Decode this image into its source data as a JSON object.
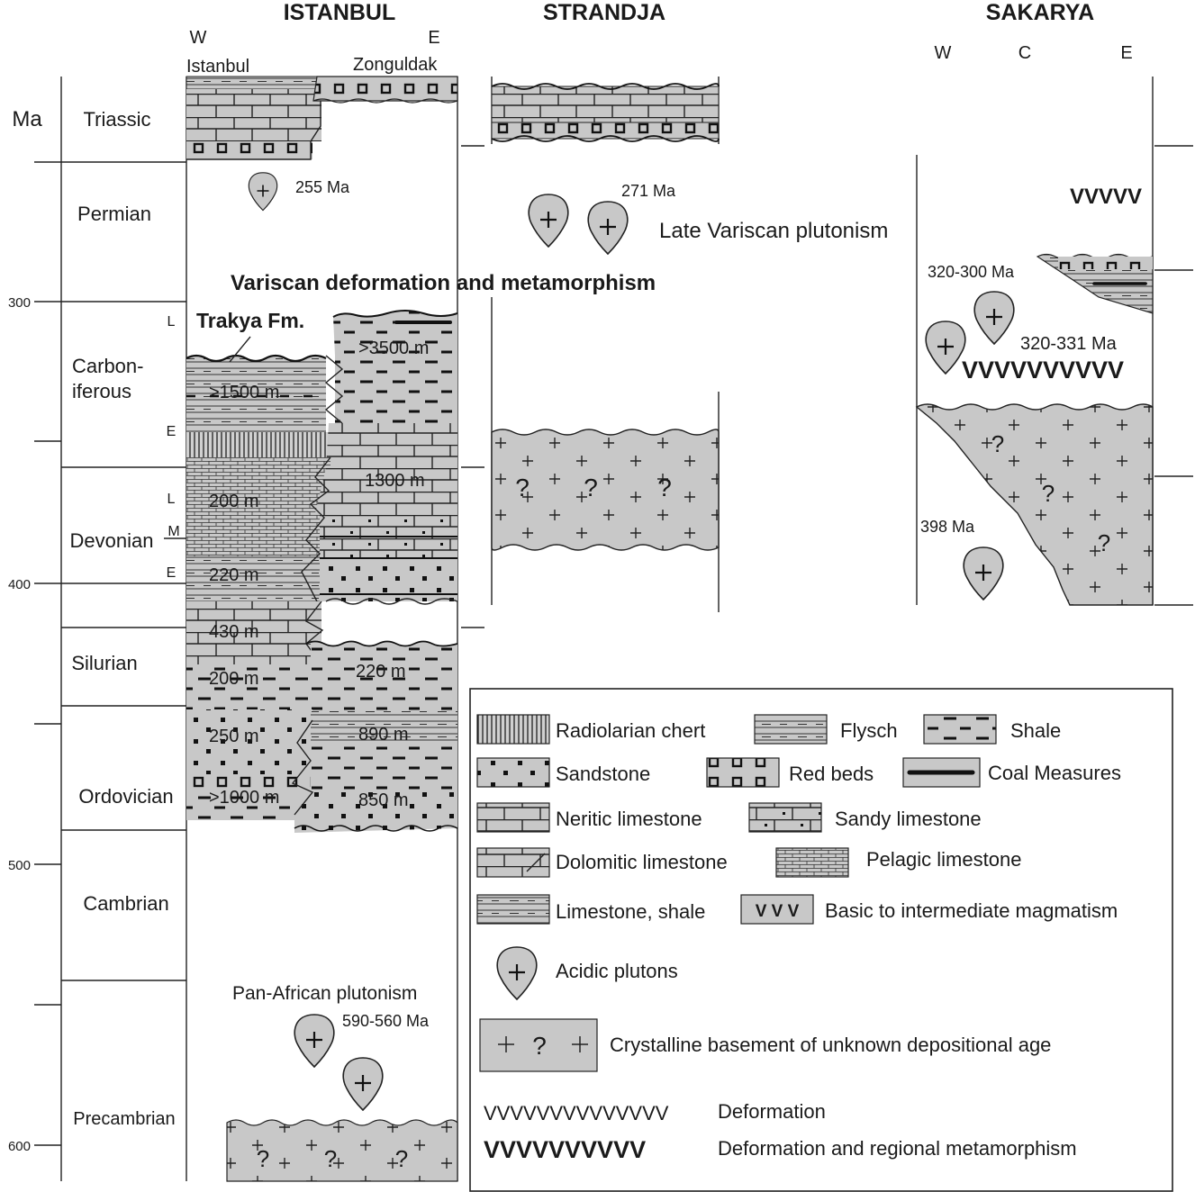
{
  "headers": {
    "istanbul": "ISTANBUL",
    "strandja": "STRANDJA",
    "sakarya": "SAKARYA",
    "istanbul_w": "W",
    "istanbul_e": "E",
    "istanbul_city": "Istanbul",
    "zonguldak": "Zonguldak",
    "sakarya_w": "W",
    "sakarya_c": "C",
    "sakarya_e": "E"
  },
  "axis": {
    "unit": "Ma",
    "ticks": [
      "300",
      "400",
      "500",
      "600"
    ]
  },
  "periods": {
    "triassic": "Triassic",
    "permian": "Permian",
    "carbon1": "Carbon-",
    "carbon2": "iferous",
    "devonian": "Devonian",
    "silurian": "Silurian",
    "ordovician": "Ordovician",
    "cambrian": "Cambrian",
    "precambrian": "Precambrian",
    "sub_L1": "L",
    "sub_E1": "E",
    "sub_L2": "L",
    "sub_M": "M",
    "sub_E2": "E"
  },
  "annotations": {
    "a255": "255 Ma",
    "a271": "271 Ma",
    "late_variscan": "Late Variscan plutonism",
    "variscan_def": "Variscan deformation and metamorphism",
    "trakya": "Trakya Fm.",
    "t3500": ">3500 m",
    "t1500": ">1500 m",
    "t1300": "1300 m",
    "t200a": "200 m",
    "t220a": "220 m",
    "t430": "430 m",
    "t200b": "200 m",
    "t220b": "220 m",
    "t250": "250 m",
    "t890": "890 m",
    "t1000": ">1000 m",
    "t850": "850 m",
    "pan_african": "Pan-African plutonism",
    "a590": "590-560 Ma",
    "a320_300": "320-300 Ma",
    "a320_331": "320-331 Ma",
    "a398": "398 Ma",
    "vvv_permian": "VVVVV",
    "vvv_carb": "VVVVVVVVVV",
    "q": "?"
  },
  "legend": {
    "radiolarian": "Radiolarian chert",
    "flysch": "Flysch",
    "shale": "Shale",
    "sandstone": "Sandstone",
    "redbeds": "Red beds",
    "coal": "Coal Measures",
    "neritic": "Neritic limestone",
    "sandy_ls": "Sandy limestone",
    "dolomitic": "Dolomitic limestone",
    "pelagic": "Pelagic limestone",
    "ls_shale": "Limestone, shale",
    "basic": "Basic to intermediate magmatism",
    "acidic": "Acidic plutons",
    "crystalline": "Crystalline basement of unknown depositional age",
    "deformation": "Deformation",
    "def_meta": "Deformation and regional metamorphism",
    "vvv_light": "VVVVVVVVVVVVVV",
    "vvv_heavy": "VVVVVVVVVV",
    "vvv_sample": "V V V"
  },
  "colors": {
    "fill": "#c8c8c8",
    "line": "#222222"
  }
}
